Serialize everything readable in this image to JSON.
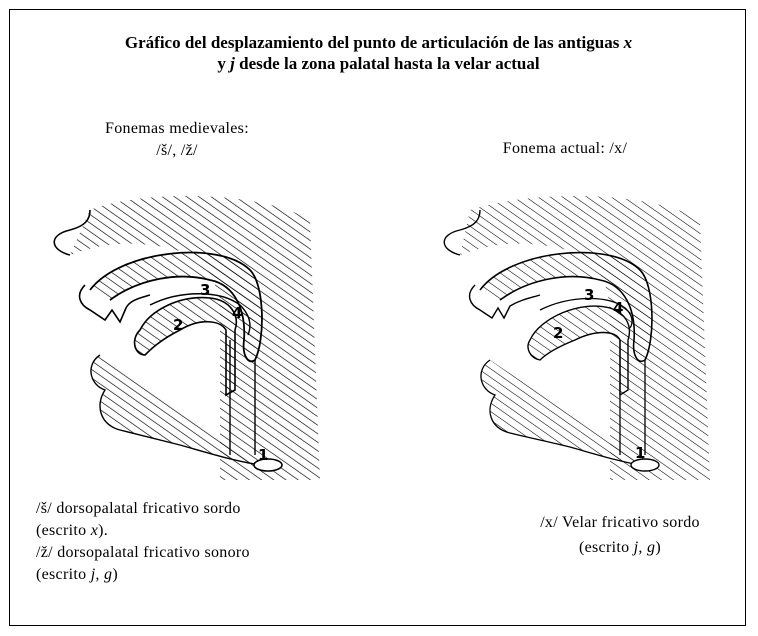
{
  "title": {
    "line1_prefix": "Gráfico del desplazamiento del punto de articulación de las antiguas",
    "line1_var": "x",
    "line2_var": "j",
    "line2_pre": "y",
    "line2_rest": "desde la zona palatal hasta la velar actual"
  },
  "left": {
    "caption_line1": "Fonemas medievales:",
    "caption_line2": "/š/, /ž/",
    "labels": [
      "1",
      "2",
      "3",
      "4"
    ],
    "desc": {
      "line1": "/š/ dorsopalatal fricativo sordo",
      "line2_pre": "(escrito ",
      "line2_var": "x",
      "line2_post": ").",
      "line3": "/ž/ dorsopalatal fricativo sonoro",
      "line4_pre": "(escrito ",
      "line4_var": "j, g",
      "line4_post": ")"
    }
  },
  "right": {
    "caption": "Fonema actual: /x/",
    "labels": [
      "1",
      "2",
      "3",
      "4"
    ],
    "desc": {
      "line1": "/x/ Velar fricativo sordo",
      "line2_pre": "(escrito ",
      "line2_var": "j, g",
      "line2_post": ")"
    }
  }
}
